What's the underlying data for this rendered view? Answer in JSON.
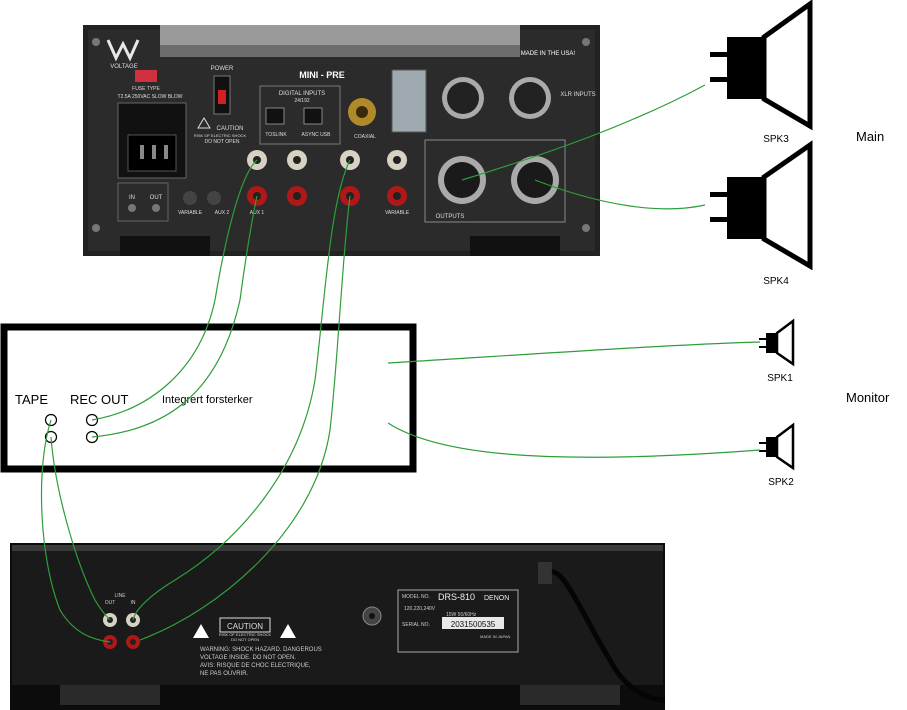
{
  "preamp": {
    "brand_text": "VOLTAGE",
    "fuse_text": "FUSE TYPE",
    "fuse_rating": "T2.5A 250VAC SLOW BLOW",
    "made_in": "MADE IN THE USA!",
    "model": "MINI - PRE",
    "power": "POWER",
    "digital_inputs": "DIGITAL INPUTS",
    "digital_rate": "24/192",
    "toslink": "TOSLINK",
    "usb": "ASYNC USB",
    "coaxial": "COAXIAL",
    "xlr_inputs": "XLR INPUTS",
    "outputs": "OUTPUTS",
    "caution": "CAUTION",
    "caution_sub": "RISK OF ELECTRIC SHOCK",
    "caution_sub2": "DO NOT OPEN",
    "aux1": "AUX 1",
    "aux2": "AUX 2",
    "variable": "VARIABLE",
    "in": "IN",
    "out": "OUT"
  },
  "amplifier": {
    "tape_label": "TAPE",
    "rec_out_label": "REC OUT",
    "title": "Integrert forsterker"
  },
  "speakers": {
    "spk3": "SPK3",
    "spk4": "SPK4",
    "spk1": "SPK1",
    "spk2": "SPK2",
    "main_group": "Main",
    "monitor_group": "Monitor"
  },
  "tape_deck": {
    "model_no_label": "MODEL NO.",
    "model": "DRS-810",
    "brand": "DENON",
    "serial_label": "SERIAL NO.",
    "serial": "2031500535",
    "voltage": "120,220,240V",
    "power_rating": "15W  50/60Hz",
    "caution": "CAUTION",
    "caution_sub": "RISK OF ELECTRIC SHOCK",
    "caution_sub2": "DO NOT OPEN",
    "warning1": "WARNING: SHOCK HAZARD. DANGEROUS",
    "warning2": "VOLTAGE INSIDE.  DO NOT OPEN.",
    "warning3": "AVIS: RISQUE DE CHOC ELECTRIQUE,",
    "warning4": "NE PAS OUVRIR.",
    "line": "LINE",
    "line_out": "OUT",
    "line_in": "IN",
    "made_in": "MADE IN JAPAN"
  },
  "colors": {
    "wire": "#2e9e3a",
    "device_dark": "#1c1c1c",
    "device_panel": "#2a2a2a",
    "rca_red": "#b01818",
    "rca_white": "#d8d2c4",
    "gold": "#b08a2a",
    "speaker": "#000000"
  }
}
